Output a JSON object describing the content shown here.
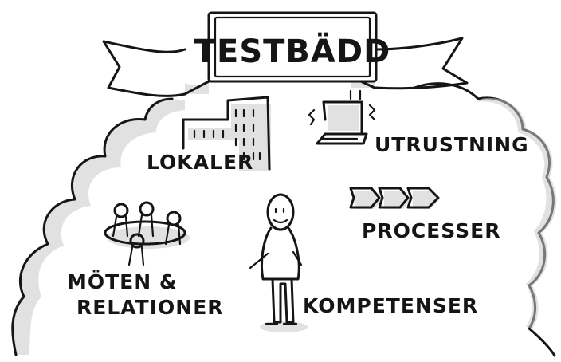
{
  "banner": {
    "title": "TESTBÄDD"
  },
  "labels": {
    "lokaler": "LOKALER",
    "utrustning": "UTRUSTNING",
    "processer": "PROCESSER",
    "moten_line1": "MÖTEN &",
    "moten_line2": "RELATIONER",
    "kompetenser": "KOMPETENSER"
  },
  "colors": {
    "ink": "#151515",
    "shadow": "#c9c9c9",
    "background": "#ffffff"
  }
}
